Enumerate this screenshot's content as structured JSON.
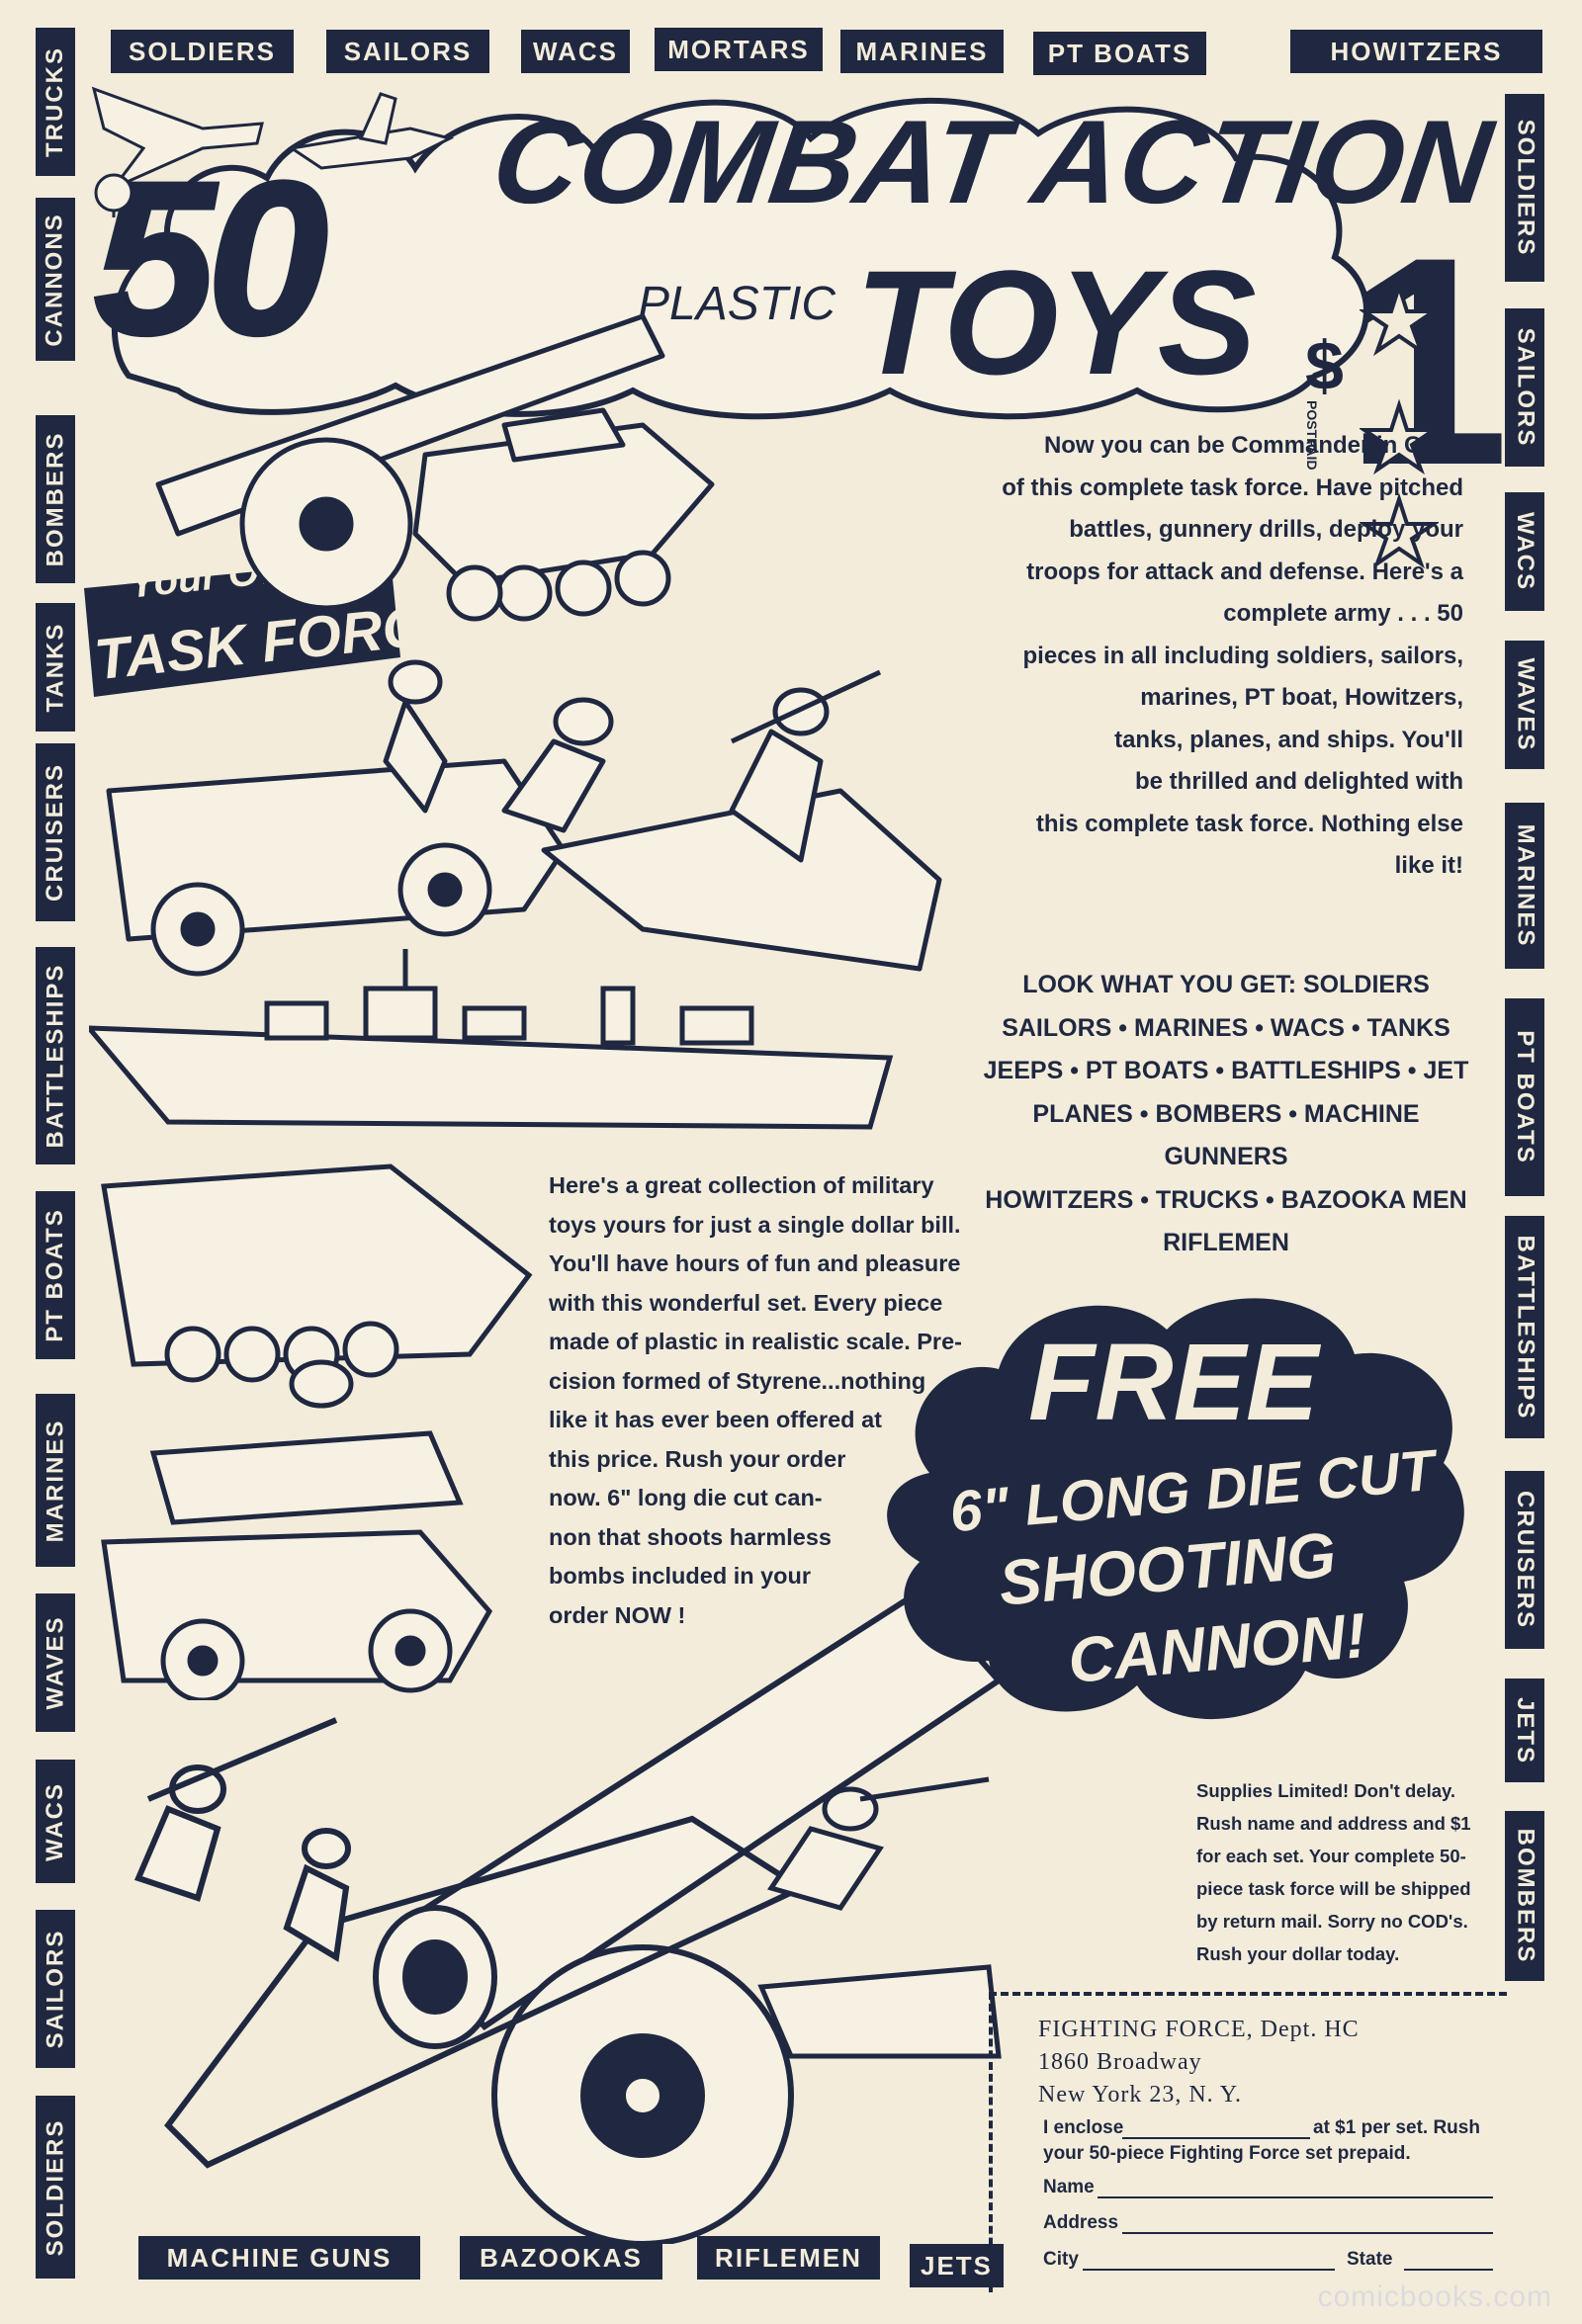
{
  "border": {
    "top": [
      "SOLDIERS",
      "SAILORS",
      "WACS",
      "MORTARS",
      "MARINES",
      "PT BOATS",
      "HOWITZERS"
    ],
    "bottom": [
      "MACHINE GUNS",
      "BAZOOKAS",
      "RIFLEMEN",
      "JETS"
    ],
    "left": [
      "TRUCKS",
      "CANNONS",
      "BOMBERS",
      "TANKS",
      "CRUISERS",
      "BATTLESHIPS",
      "PT BOATS",
      "MARINES",
      "WAVES",
      "WACS",
      "SAILORS",
      "SOLDIERS"
    ],
    "right": [
      "SOLDIERS",
      "SAILORS",
      "WACS",
      "WAVES",
      "MARINES",
      "PT BOATS",
      "BATTLESHIPS",
      "CRUISERS",
      "JETS",
      "BOMBERS"
    ]
  },
  "headline": {
    "count": "50",
    "title_line1": "COMBAT ACTION",
    "plastic": "PLASTIC",
    "toys": "TOYS",
    "price_symbol": "$",
    "price": "1",
    "postpaid": "POSTPAID"
  },
  "task_force": {
    "line1": "Your Own",
    "line2": "TASK FORCE"
  },
  "intro_copy": "Now you can be Commander in Chief\nof this complete task force. Have pitched\nbattles, gunnery drills, deploy your\ntroops for attack and defense. Here's a\ncomplete army . . . 50\npieces in all including soldiers, sailors,\nmarines, PT boat, Howitzers,\ntanks, planes, and ships. You'll\nbe thrilled and delighted with\nthis complete task force. Nothing else\nlike it!",
  "get_list": "LOOK WHAT YOU GET: SOLDIERS\nSAILORS • MARINES • WACS • TANKS\nJEEPS • PT BOATS • BATTLESHIPS • JET\nPLANES • BOMBERS • MACHINE GUNNERS\nHOWITZERS • TRUCKS • BAZOOKA MEN\nRIFLEMEN",
  "collection_copy": "Here's a great collection of military\ntoys yours for just a single dollar bill.\nYou'll have hours of fun and pleasure\nwith this wonderful set. Every piece\nmade of plastic in realistic scale. Pre-\ncision formed of Styrene...nothing\nlike it has ever been offered at\nthis price. Rush your order\nnow. 6\" long die cut can-\nnon that shoots harmless\nbombs included in your\norder NOW !",
  "free_cloud": {
    "line1": "FREE",
    "line2": "6\" LONG DIE CUT",
    "line3": "SHOOTING",
    "line4": "CANNON!"
  },
  "supplies_copy": "Supplies Limited! Don't delay.\nRush name and address and $1\nfor each set. Your complete 50-\npiece task force will be shipped\nby return mail. Sorry no COD's.\nRush your dollar today.",
  "coupon": {
    "company": "FIGHTING FORCE, Dept. HC",
    "street": "1860 Broadway",
    "city_line": "New York 23, N. Y.",
    "enclose_a": "I enclose",
    "enclose_b": "at $1 per set. Rush",
    "enclose_c": "your 50-piece Fighting Force set prepaid.",
    "name_label": "Name",
    "address_label": "Address",
    "city_label": "City",
    "state_label": "State"
  },
  "watermark": "comicbooks.com",
  "colors": {
    "ink": "#1f2840",
    "paper": "#f3ecdb"
  }
}
